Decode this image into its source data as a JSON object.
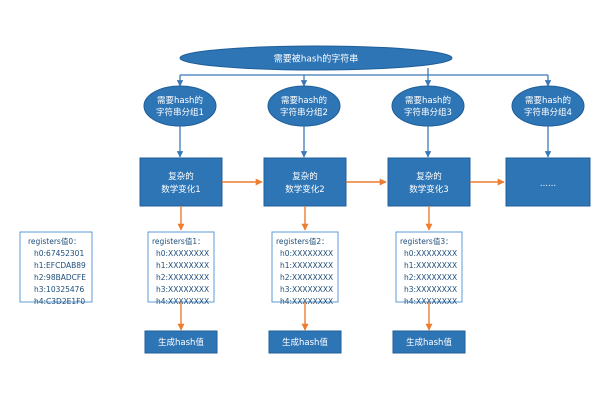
{
  "colors": {
    "shape_fill": "#2e75b6",
    "shape_stroke": "#1f5f99",
    "arrow_blue": "#3b78b8",
    "arrow_orange": "#ed7d31",
    "text_light": "#ffffff",
    "text_dark": "#1f4e79"
  },
  "top": {
    "label": "需要被hash的字符串"
  },
  "groups": [
    {
      "line1": "需要hash的",
      "line2": "字符串分组1"
    },
    {
      "line1": "需要hash的",
      "line2": "字符串分组2"
    },
    {
      "line1": "需要hash的",
      "line2": "字符串分组3"
    },
    {
      "line1": "需要hash的",
      "line2": "字符串分组4"
    }
  ],
  "transforms": [
    {
      "line1": "复杂的",
      "line2": "数学变化1"
    },
    {
      "line1": "复杂的",
      "line2": "数学变化2"
    },
    {
      "line1": "复杂的",
      "line2": "数学变化3"
    },
    {
      "line1": "......",
      "line2": ""
    }
  ],
  "initial_registers": {
    "title": "registers值0：",
    "lines": [
      "h0:67452301",
      "h1:EFCDAB89",
      "h2:98BADCFE",
      "h3:10325476",
      "h4:C3D2E1F0"
    ]
  },
  "register_boxes": [
    {
      "title": "registers值1：",
      "lines": [
        "h0:XXXXXXXX",
        "h1:XXXXXXXX",
        "h2:XXXXXXXX",
        "h3:XXXXXXXX",
        "h4:XXXXXXXX"
      ]
    },
    {
      "title": "registers值2：",
      "lines": [
        "h0:XXXXXXXX",
        "h1:XXXXXXXX",
        "h2:XXXXXXXX",
        "h3:XXXXXXXX",
        "h4:XXXXXXXX"
      ]
    },
    {
      "title": "registers值3：",
      "lines": [
        "h0:XXXXXXXX",
        "h1:XXXXXXXX",
        "h2:XXXXXXXX",
        "h3:XXXXXXXX",
        "h4:XXXXXXXX"
      ]
    }
  ],
  "outputs": [
    {
      "label": "生成hash值"
    },
    {
      "label": "生成hash值"
    },
    {
      "label": "生成hash值"
    }
  ]
}
